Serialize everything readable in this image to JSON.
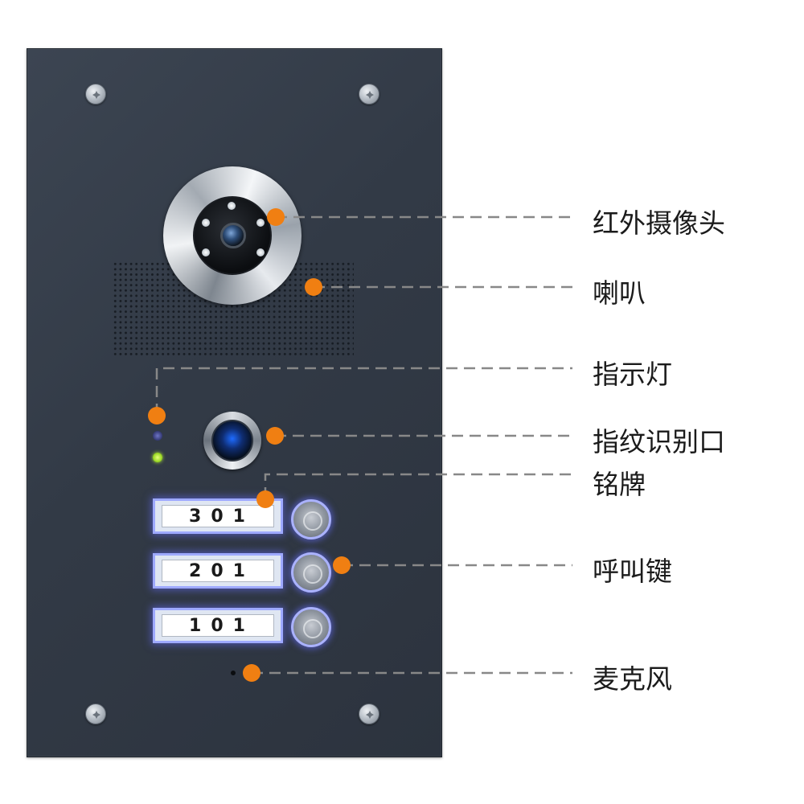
{
  "nameplates": [
    "301",
    "201",
    "101"
  ],
  "labels": {
    "camera": "红外摄像头",
    "speaker": "喇叭",
    "indicator": "指示灯",
    "fingerprint": "指纹识别口",
    "nameplate": "铭牌",
    "call_key": "呼叫键",
    "microphone": "麦克风"
  },
  "colors": {
    "panel": "#323a46",
    "callout_dot": "#f07f12",
    "callout_line": "#888888",
    "led_blue": "#666eff",
    "led_green": "#b9ef38"
  },
  "icons": [
    "screw-icon",
    "camera-lens-icon",
    "fingerprint-icon",
    "call-button-icon"
  ]
}
